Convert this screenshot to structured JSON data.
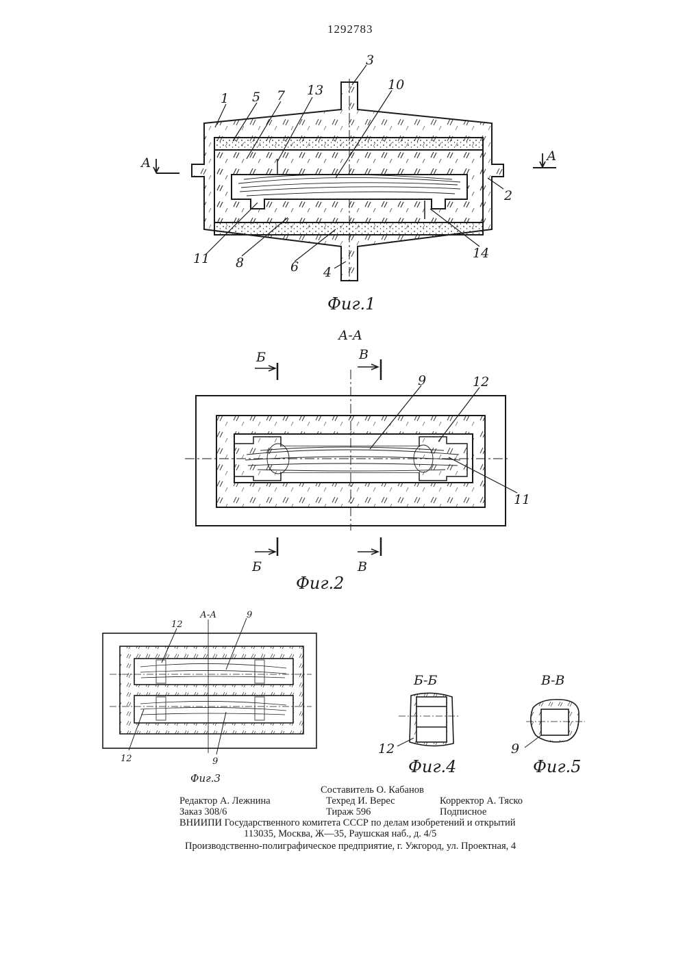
{
  "header": {
    "patent_number": "1292783"
  },
  "figures": {
    "fig1": {
      "caption": "Фиг.1",
      "section_marks": [
        "А",
        "А"
      ],
      "callouts": [
        "1",
        "2",
        "3",
        "4",
        "5",
        "6",
        "7",
        "8",
        "10",
        "11",
        "13",
        "14"
      ]
    },
    "fig2": {
      "caption": "Фиг.2",
      "title": "А-А",
      "section_marks": [
        "Б",
        "В",
        "Б",
        "В"
      ],
      "callouts": [
        "9",
        "12",
        "11"
      ]
    },
    "fig3": {
      "caption": "Фиг.3",
      "title": "А-А",
      "callouts": [
        "12",
        "9",
        "12",
        "9"
      ]
    },
    "fig4": {
      "caption": "Фиг.4",
      "title": "Б-Б",
      "callouts": [
        "12"
      ]
    },
    "fig5": {
      "caption": "Фиг.5",
      "title": "В-В",
      "callouts": [
        "9"
      ]
    }
  },
  "imprint": {
    "compiler": "Составитель О. Кабанов",
    "editor": "Редактор А. Лежнина",
    "techred": "Техред И. Верес",
    "corrector": "Корректор А. Тяско",
    "order": "Заказ 308/6",
    "circulation": "Тираж 596",
    "subscription": "Подписное",
    "org": "ВНИИПИ Государственного комитета СССР по делам изобретений и открытий",
    "address": "113035, Москва, Ж—35, Раушская наб., д. 4/5",
    "printer": "Производственно-полиграфическое предприятие, г. Ужгород, ул. Проектная, 4"
  }
}
